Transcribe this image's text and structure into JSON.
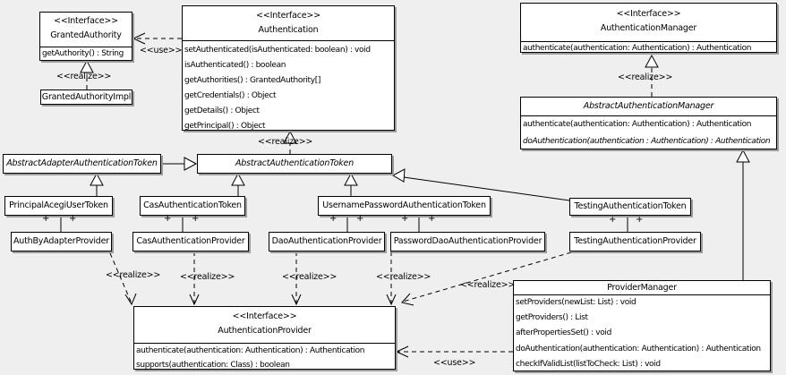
{
  "diagram": {
    "background_color": "#efefef",
    "box_fill": "#ffffff",
    "box_border": "#000000",
    "shadow_color": "#9c9c9c"
  },
  "labels": {
    "realize": "<<realize>>",
    "use": "<<use>>",
    "plus": "+"
  },
  "classes": {
    "granted_authority": {
      "stereotype": "<<Interface>>",
      "name": "GrantedAuthority",
      "methods": [
        "getAuthority() : String"
      ]
    },
    "granted_authority_impl": {
      "name": "GrantedAuthorityImpl"
    },
    "authentication": {
      "stereotype": "<<Interface>>",
      "name": "Authentication",
      "methods": [
        "setAuthenticated(isAuthenticated: boolean) : void",
        "isAuthenticated() : boolean",
        "getAuthorities() : GrantedAuthority[]",
        "getCredentials() : Object",
        "getDetails() : Object",
        "getPrincipal() : Object"
      ]
    },
    "authentication_manager": {
      "stereotype": "<<Interface>>",
      "name": "AuthenticationManager",
      "methods": [
        "authenticate(authentication: Authentication) : Authentication"
      ]
    },
    "abstract_authentication_manager": {
      "name": "AbstractAuthenticationManager",
      "methods": [
        "authenticate(authentication: Authentication) : Authentication",
        "doAuthentication(authentication : Authentication) : Authentication"
      ]
    },
    "abstract_adapter_authentication_token": {
      "name": "AbstractAdapterAuthenticationToken"
    },
    "abstract_authentication_token": {
      "name": "AbstractAuthenticationToken"
    },
    "principal_acegi_user_token": {
      "name": "PrincipalAcegiUserToken"
    },
    "cas_authentication_token": {
      "name": "CasAuthenticationToken"
    },
    "username_password_authentication_token": {
      "name": "UsernamePasswordAuthenticationToken"
    },
    "testing_authentication_token": {
      "name": "TestingAuthenticationToken"
    },
    "auth_by_adapter_provider": {
      "name": "AuthByAdapterProvider"
    },
    "cas_authentication_provider": {
      "name": "CasAuthenticationProvider"
    },
    "dao_authentication_provider": {
      "name": "DaoAuthenticationProvider"
    },
    "password_dao_authentication_provider": {
      "name": "PasswordDaoAuthenticationProvider"
    },
    "testing_authentication_provider": {
      "name": "TestingAuthenticationProvider"
    },
    "authentication_provider": {
      "stereotype": "<<Interface>>",
      "name": "AuthenticationProvider",
      "methods": [
        "authenticate(authentication: Authentication) : Authentication",
        "supports(authentication: Class) : boolean"
      ]
    },
    "provider_manager": {
      "name": "ProviderManager",
      "methods": [
        "setProviders(newList: List) : void",
        "getProviders() : List",
        "afterPropertiesSet() : void",
        "doAuthentication(authentication: Authentication) : Authentication",
        "checkIfValidList(listToCheck: List) : void"
      ]
    }
  }
}
